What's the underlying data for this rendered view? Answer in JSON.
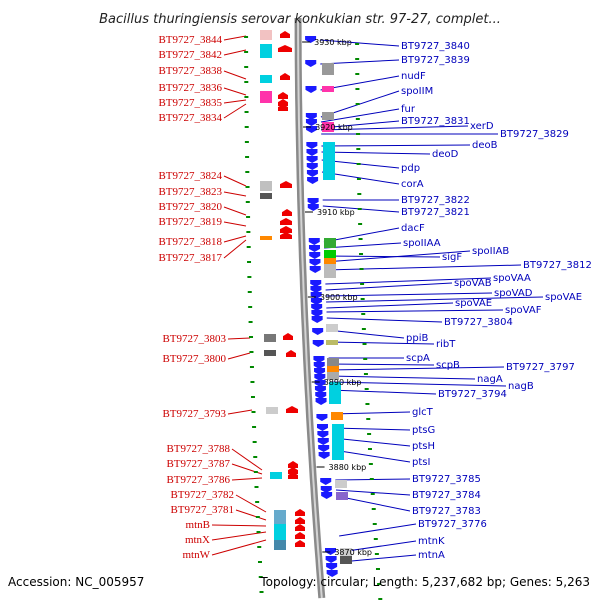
{
  "title": "Bacillus thuringiensis serovar konkukian str. 97-27, complet...",
  "footer": {
    "accession": "Accession: NC_005957",
    "topology": "Topology: circular; Length: 5,237,682 bp; Genes: 5,263"
  },
  "colors": {
    "reverse_strand": "#ee0000",
    "forward_strand": "#1a1aff",
    "reverse_label": "#cc0000",
    "forward_label": "#0000bb",
    "tick": "#008800"
  },
  "kbp_marks": [
    "3930 kbp",
    "3920 kbp",
    "3910 kbp",
    "3900 kbp",
    "3890 kbp",
    "3880 kbp",
    "3870 kbp"
  ],
  "left_genes": [
    "BT9727_3844",
    "BT9727_3842",
    "BT9727_3838",
    "BT9727_3836",
    "BT9727_3835",
    "BT9727_3834",
    "BT9727_3824",
    "BT9727_3823",
    "BT9727_3820",
    "BT9727_3819",
    "BT9727_3818",
    "BT9727_3817",
    "BT9727_3803",
    "BT9727_3800",
    "BT9727_3793",
    "BT9727_3788",
    "BT9727_3787",
    "BT9727_3786",
    "BT9727_3782",
    "BT9727_3781",
    "mtnB",
    "mtnX",
    "mtnW"
  ],
  "right_genes": [
    "BT9727_3840",
    "BT9727_3839",
    "nudF",
    "spoIIM",
    "fur",
    "BT9727_3831",
    "xerD",
    "BT9727_3829",
    "deoB",
    "deoD",
    "pdp",
    "corA",
    "BT9727_3822",
    "BT9727_3821",
    "dacF",
    "spoIIAA",
    "sigF",
    "spoIIAB",
    "BT9727_3812",
    "spoVAA",
    "spoVAB",
    "spoVAD",
    "spoVAE",
    "spoVAE",
    "spoVAF",
    "BT9727_3804",
    "ppiB",
    "ribT",
    "scpA",
    "scpB",
    "BT9727_3797",
    "nagA",
    "nagB",
    "BT9727_3794",
    "glcT",
    "ptsG",
    "ptsH",
    "ptsI",
    "BT9727_3785",
    "BT9727_3784",
    "BT9727_3783",
    "BT9727_3776",
    "mtnK",
    "mtnA"
  ]
}
